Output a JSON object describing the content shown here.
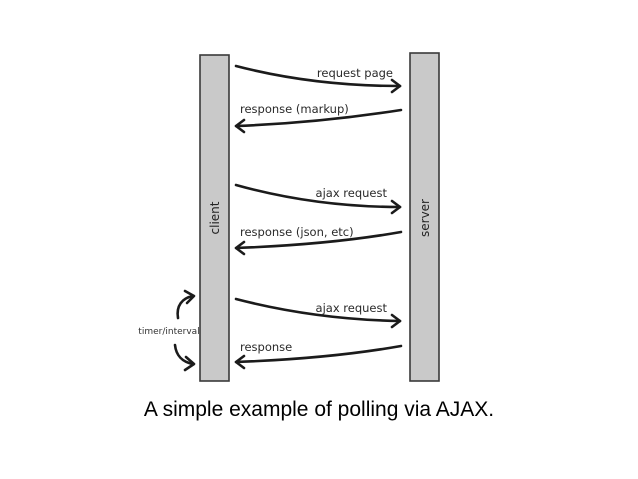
{
  "diagram": {
    "lifelines": {
      "client": "client",
      "server": "server"
    },
    "messages": [
      {
        "label": "request page",
        "direction": "to-server"
      },
      {
        "label": "response (markup)",
        "direction": "to-client"
      },
      {
        "label": "ajax request",
        "direction": "to-server"
      },
      {
        "label": "response (json, etc)",
        "direction": "to-client"
      },
      {
        "label": "ajax request",
        "direction": "to-server"
      },
      {
        "label": "response",
        "direction": "to-client"
      }
    ],
    "timer_label": "timer/interval"
  },
  "caption": "A simple example of polling via AJAX."
}
